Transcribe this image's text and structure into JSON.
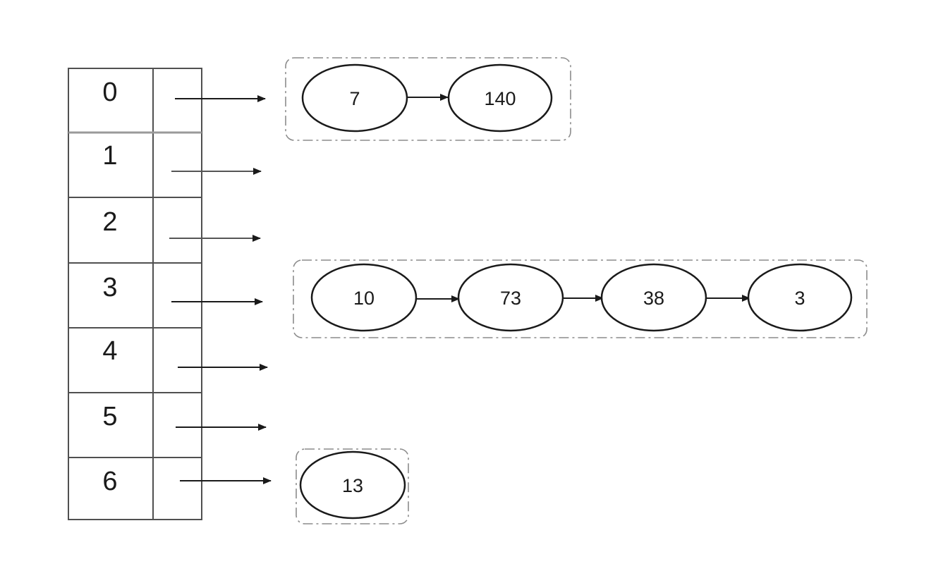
{
  "hash_table": {
    "indices": [
      "0",
      "1",
      "2",
      "3",
      "4",
      "5",
      "6"
    ]
  },
  "chains": {
    "bucket_0": [
      "7",
      "140"
    ],
    "bucket_3": [
      "10",
      "73",
      "38",
      "3"
    ],
    "bucket_6": [
      "13"
    ]
  },
  "colors": {
    "stroke": "#1a1a1a",
    "grid": "#505050",
    "group_outline": "#8c8c8c",
    "background": "#ffffff"
  }
}
